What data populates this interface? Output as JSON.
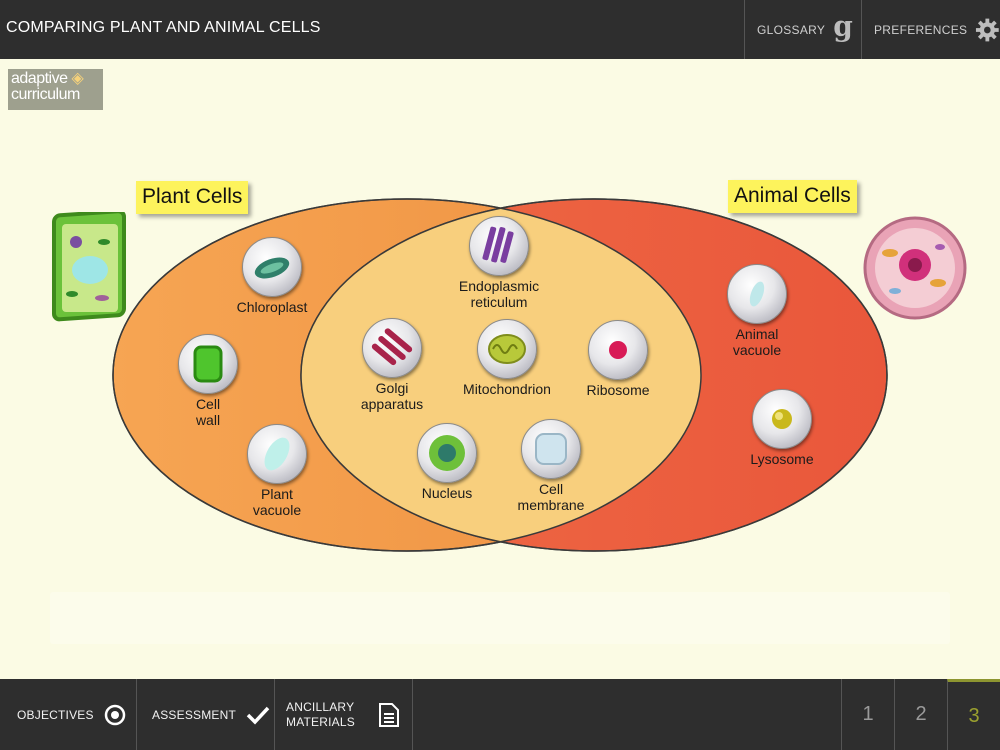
{
  "header": {
    "title": "COMPARING PLANT AND ANIMAL CELLS",
    "glossary_label": "GLOSSARY",
    "glossary_glyph": "g",
    "preferences_label": "PREFERENCES"
  },
  "logo": {
    "line1": "adaptive",
    "line2": "curriculum"
  },
  "venn": {
    "left_title": "Plant Cells",
    "right_title": "Animal Cells",
    "plant_only": [
      "Chloroplast",
      "Cell\nwall",
      "Plant\nvacuole"
    ],
    "shared": [
      "Endoplasmic\nreticulum",
      "Golgi\napparatus",
      "Mitochondrion",
      "Ribosome",
      "Nucleus",
      "Cell\nmembrane"
    ],
    "animal_only": [
      "Animal\nvacuole",
      "Lysosome"
    ],
    "colors": {
      "plant": "#f29a4a",
      "overlap": "#f7cd7c",
      "animal": "#ec5a40"
    }
  },
  "footer": {
    "objectives_label": "OBJECTIVES",
    "assessment_label": "ASSESSMENT",
    "ancillary_label_1": "ANCILLARY",
    "ancillary_label_2": "MATERIALS",
    "pages": [
      "1",
      "2",
      "3"
    ],
    "current_page": "3"
  }
}
